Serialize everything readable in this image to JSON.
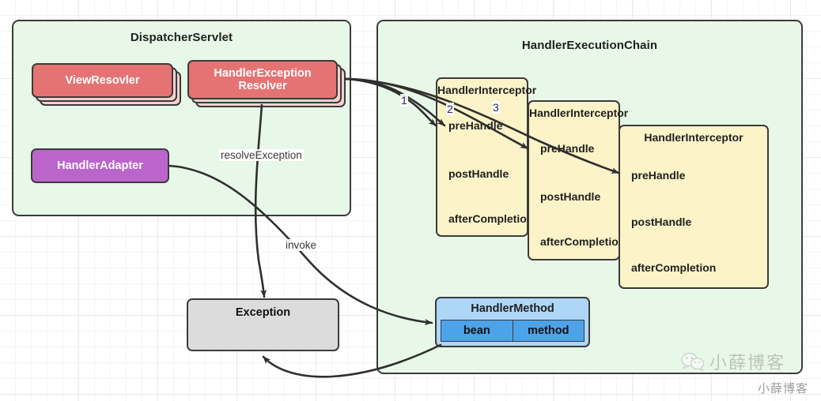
{
  "diagram": {
    "containers": [
      {
        "id": "dispatcher-servlet",
        "title": "DispatcherServlet"
      },
      {
        "id": "handler-execution-chain",
        "title": "HandlerExecutionChain"
      }
    ],
    "stacked_nodes": [
      {
        "id": "view-resolver",
        "label": "ViewResovler",
        "color": "#e57373"
      },
      {
        "id": "handler-exception-resolver",
        "label": "HandlerException\nResolver",
        "line1": "HandlerException",
        "line2": "Resolver",
        "color": "#e57373"
      }
    ],
    "nodes": [
      {
        "id": "handler-adapter",
        "label": "HandlerAdapter",
        "color": "#bb64cc"
      },
      {
        "id": "exception",
        "label": "Exception",
        "color": "#dcdcdc"
      }
    ],
    "interceptors": [
      {
        "id": "handler-interceptor-1",
        "title": "HandlerInterceptor",
        "methods": [
          "preHandle",
          "postHandle",
          "afterCompletion"
        ]
      },
      {
        "id": "handler-interceptor-2",
        "title": "HandlerInterceptor",
        "methods": [
          "preHandle",
          "postHandle",
          "afterCompletion"
        ]
      },
      {
        "id": "handler-interceptor-3",
        "title": "HandlerInterceptor",
        "methods": [
          "preHandle",
          "postHandle",
          "afterCompletion"
        ]
      }
    ],
    "handler_method": {
      "title": "HandlerMethod",
      "cells": [
        "bean",
        "method"
      ]
    },
    "edge_labels": [
      {
        "id": "resolve-exception",
        "text": "resolveException"
      },
      {
        "id": "invoke",
        "text": "invoke"
      }
    ],
    "sequence_labels": [
      {
        "id": "seq-1",
        "text": "1"
      },
      {
        "id": "seq-2",
        "text": "2"
      },
      {
        "id": "seq-3",
        "text": "3"
      }
    ],
    "watermarks": [
      {
        "id": "wechat-watermark",
        "text": "小薛博客"
      },
      {
        "id": "bottom-watermark",
        "text": "小薛博客"
      }
    ],
    "colors": {
      "container_fill": "#e8f8e8",
      "stroke": "#3b3b3b",
      "red_node": "#e57373",
      "red_node_shadow": "#f6cfcf",
      "purple_node": "#bb64cc",
      "grey_node": "#dcdcdc",
      "interceptor_fill": "#fcf3c8",
      "handler_method_header": "#aed6f7",
      "handler_method_cell": "#4da3ea",
      "sequence_text": "#2a2a5e"
    }
  }
}
